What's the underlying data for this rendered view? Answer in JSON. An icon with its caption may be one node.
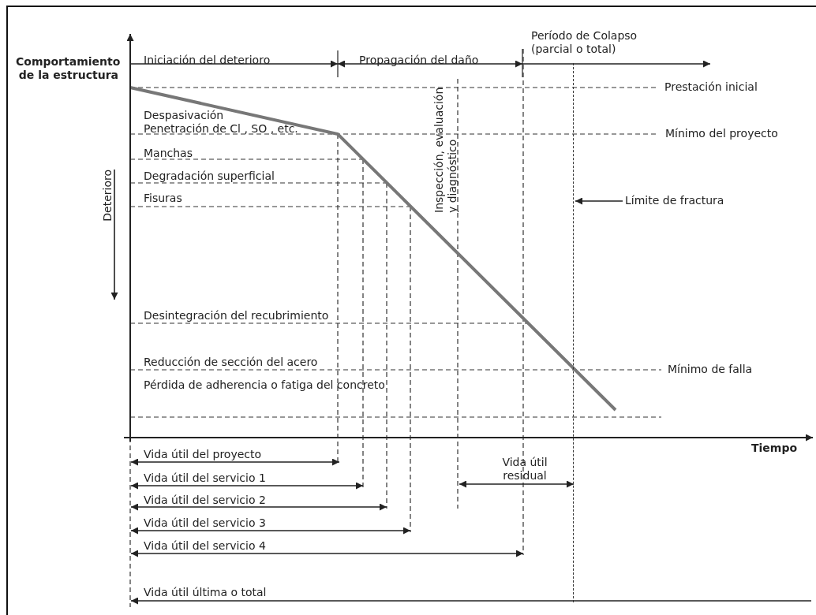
{
  "diagram": {
    "nodes": [
      {
        "text": [
          "Límite de fractura"
        ]
      },
      {
        "text": [],
        "shape": "line"
      }
    ],
    "edges": [
      {
        "from": 0,
        "to": 1,
        "arrow": "to"
      }
    ],
    "labels": [
      "Comportamiento de la estructura",
      "Iniciación del deterioro",
      "Propagación del daño",
      "Período de Colapso (parcial o total)",
      "Prestación inicial",
      "Despasivación",
      "Penetración de Cl , SO , etc.",
      "Mínimo del proyecto",
      "Manchas",
      "Degradación superficial",
      "Fisuras",
      "Inspección, evaluación y diagnóstico",
      "Deterioro",
      "Desintegración del recubrimiento",
      "Reducción de sección del acero",
      "Mínimo de falla",
      "Pérdida de adherencia o fatiga del concreto",
      "Tiempo",
      "Vida útil del proyecto",
      "Vida útil residual",
      "Vida útil del servicio 1",
      "Vida útil del servicio 2",
      "Vida útil del servicio 3",
      "Vida útil del servicio 4",
      "Vida útil última o total"
    ]
  }
}
